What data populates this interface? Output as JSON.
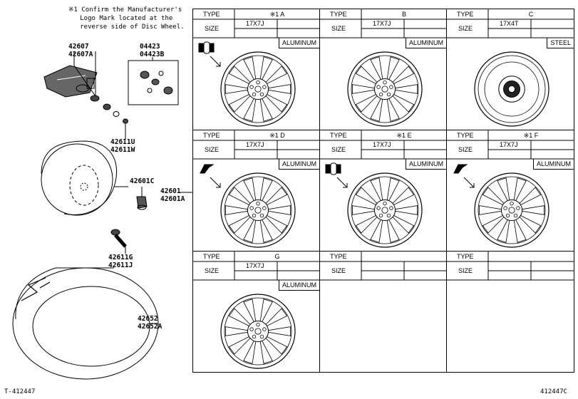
{
  "note": "※1 Confirm the Manufacturer's\n   Logo Mark located at the\n   reverse side of Disc Wheel.",
  "parts": {
    "p42607": "42607\n42607A",
    "p04423": "04423\n04423B",
    "p42611u": "42611U\n42611W",
    "p42601c": "42601C",
    "p42601": "42601\n42601A",
    "p42611g": "42611G\n42611J",
    "p42652": "42652\n42652A"
  },
  "labels": {
    "type": "TYPE",
    "size": "SIZE"
  },
  "wheels": [
    {
      "type": "※1 A",
      "size": "17X7J",
      "material": "ALUMINUM"
    },
    {
      "type": "B",
      "size": "17X7J",
      "material": "ALUMINUM"
    },
    {
      "type": "C",
      "size": "17X4T",
      "material": "STEEL"
    },
    {
      "type": "※1 D",
      "size": "17X7J",
      "material": "ALUMINUM"
    },
    {
      "type": "※1 E",
      "size": "17X7J",
      "material": "ALUMINUM"
    },
    {
      "type": "※1 F",
      "size": "17X7J",
      "material": "ALUMINUM"
    },
    {
      "type": "G",
      "size": "17X7J",
      "material": "ALUMINUM"
    },
    {
      "type": "",
      "size": "",
      "material": ""
    },
    {
      "type": "",
      "size": "",
      "material": ""
    }
  ],
  "footer": {
    "left": "T-412447",
    "right": "412447C"
  }
}
